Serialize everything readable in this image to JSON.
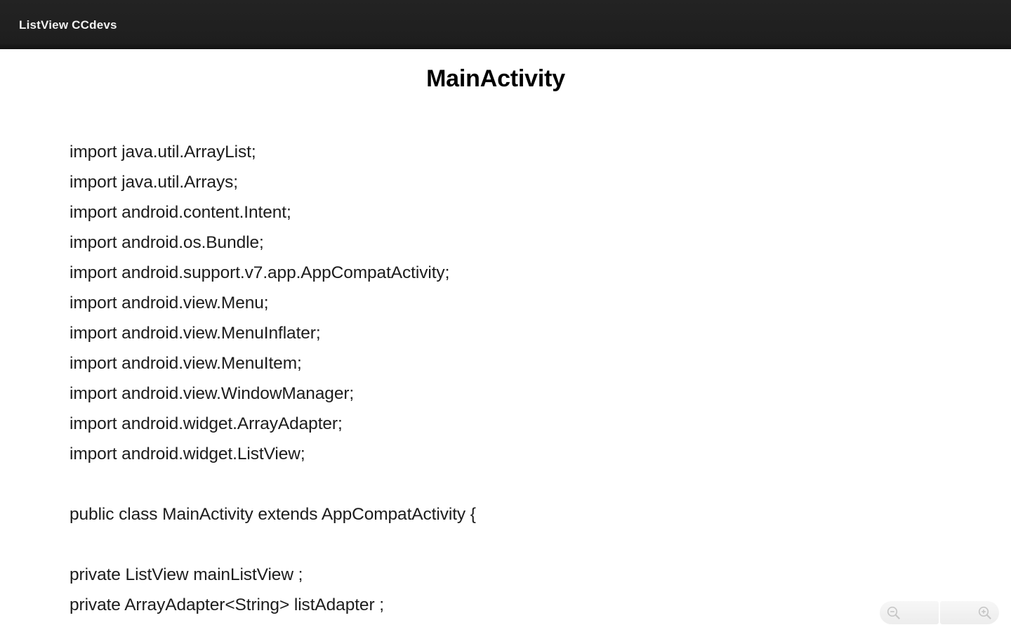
{
  "titlebar": {
    "app_title": "ListView CCdevs",
    "background_color": "#1e1e1e",
    "text_color": "#f2f2f2"
  },
  "document": {
    "title": "MainActivity",
    "background_color": "#ffffff",
    "text_color": "#1c1c1c",
    "code_lines": [
      "import java.util.ArrayList;",
      "import java.util.Arrays;",
      "import android.content.Intent;",
      "import android.os.Bundle;",
      "import android.support.v7.app.AppCompatActivity;",
      "import android.view.Menu;",
      "import android.view.MenuInflater;",
      "import android.view.MenuItem;",
      "import android.view.WindowManager;",
      "import android.widget.ArrayAdapter;",
      "import android.widget.ListView;",
      "",
      "public class MainActivity extends AppCompatActivity {",
      "",
      "private ListView mainListView ;",
      "private ArrayAdapter<String> listAdapter ;"
    ]
  },
  "zoom_controls": {
    "zoom_out_icon": "magnifier-minus-icon",
    "zoom_in_icon": "magnifier-plus-icon",
    "background_color": "#f2f2f2"
  }
}
